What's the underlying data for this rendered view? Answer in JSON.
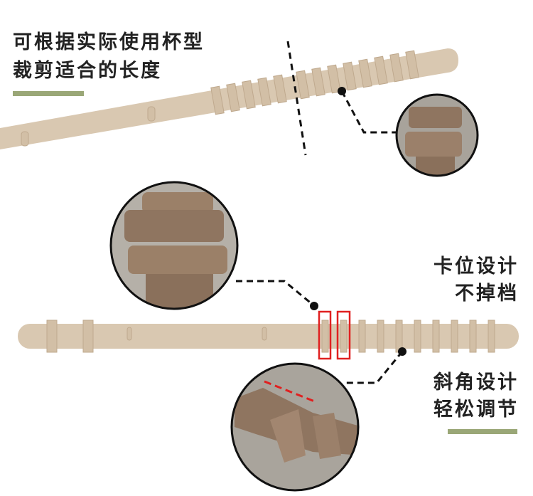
{
  "top_caption": {
    "line1": "可根据实际使用杯型",
    "line2": "裁剪适合的长度"
  },
  "feature1": {
    "line1": "卡位设计",
    "line2": "不掉档"
  },
  "feature2": {
    "line1": "斜角设计",
    "line2": "轻松调节"
  },
  "colors": {
    "accent_bar": "#9aa777",
    "strap": "#d9c8b1",
    "strap_shadow": "#bfa98e",
    "highlight_box": "#e02020",
    "zoom_fill": "#8f7560"
  }
}
